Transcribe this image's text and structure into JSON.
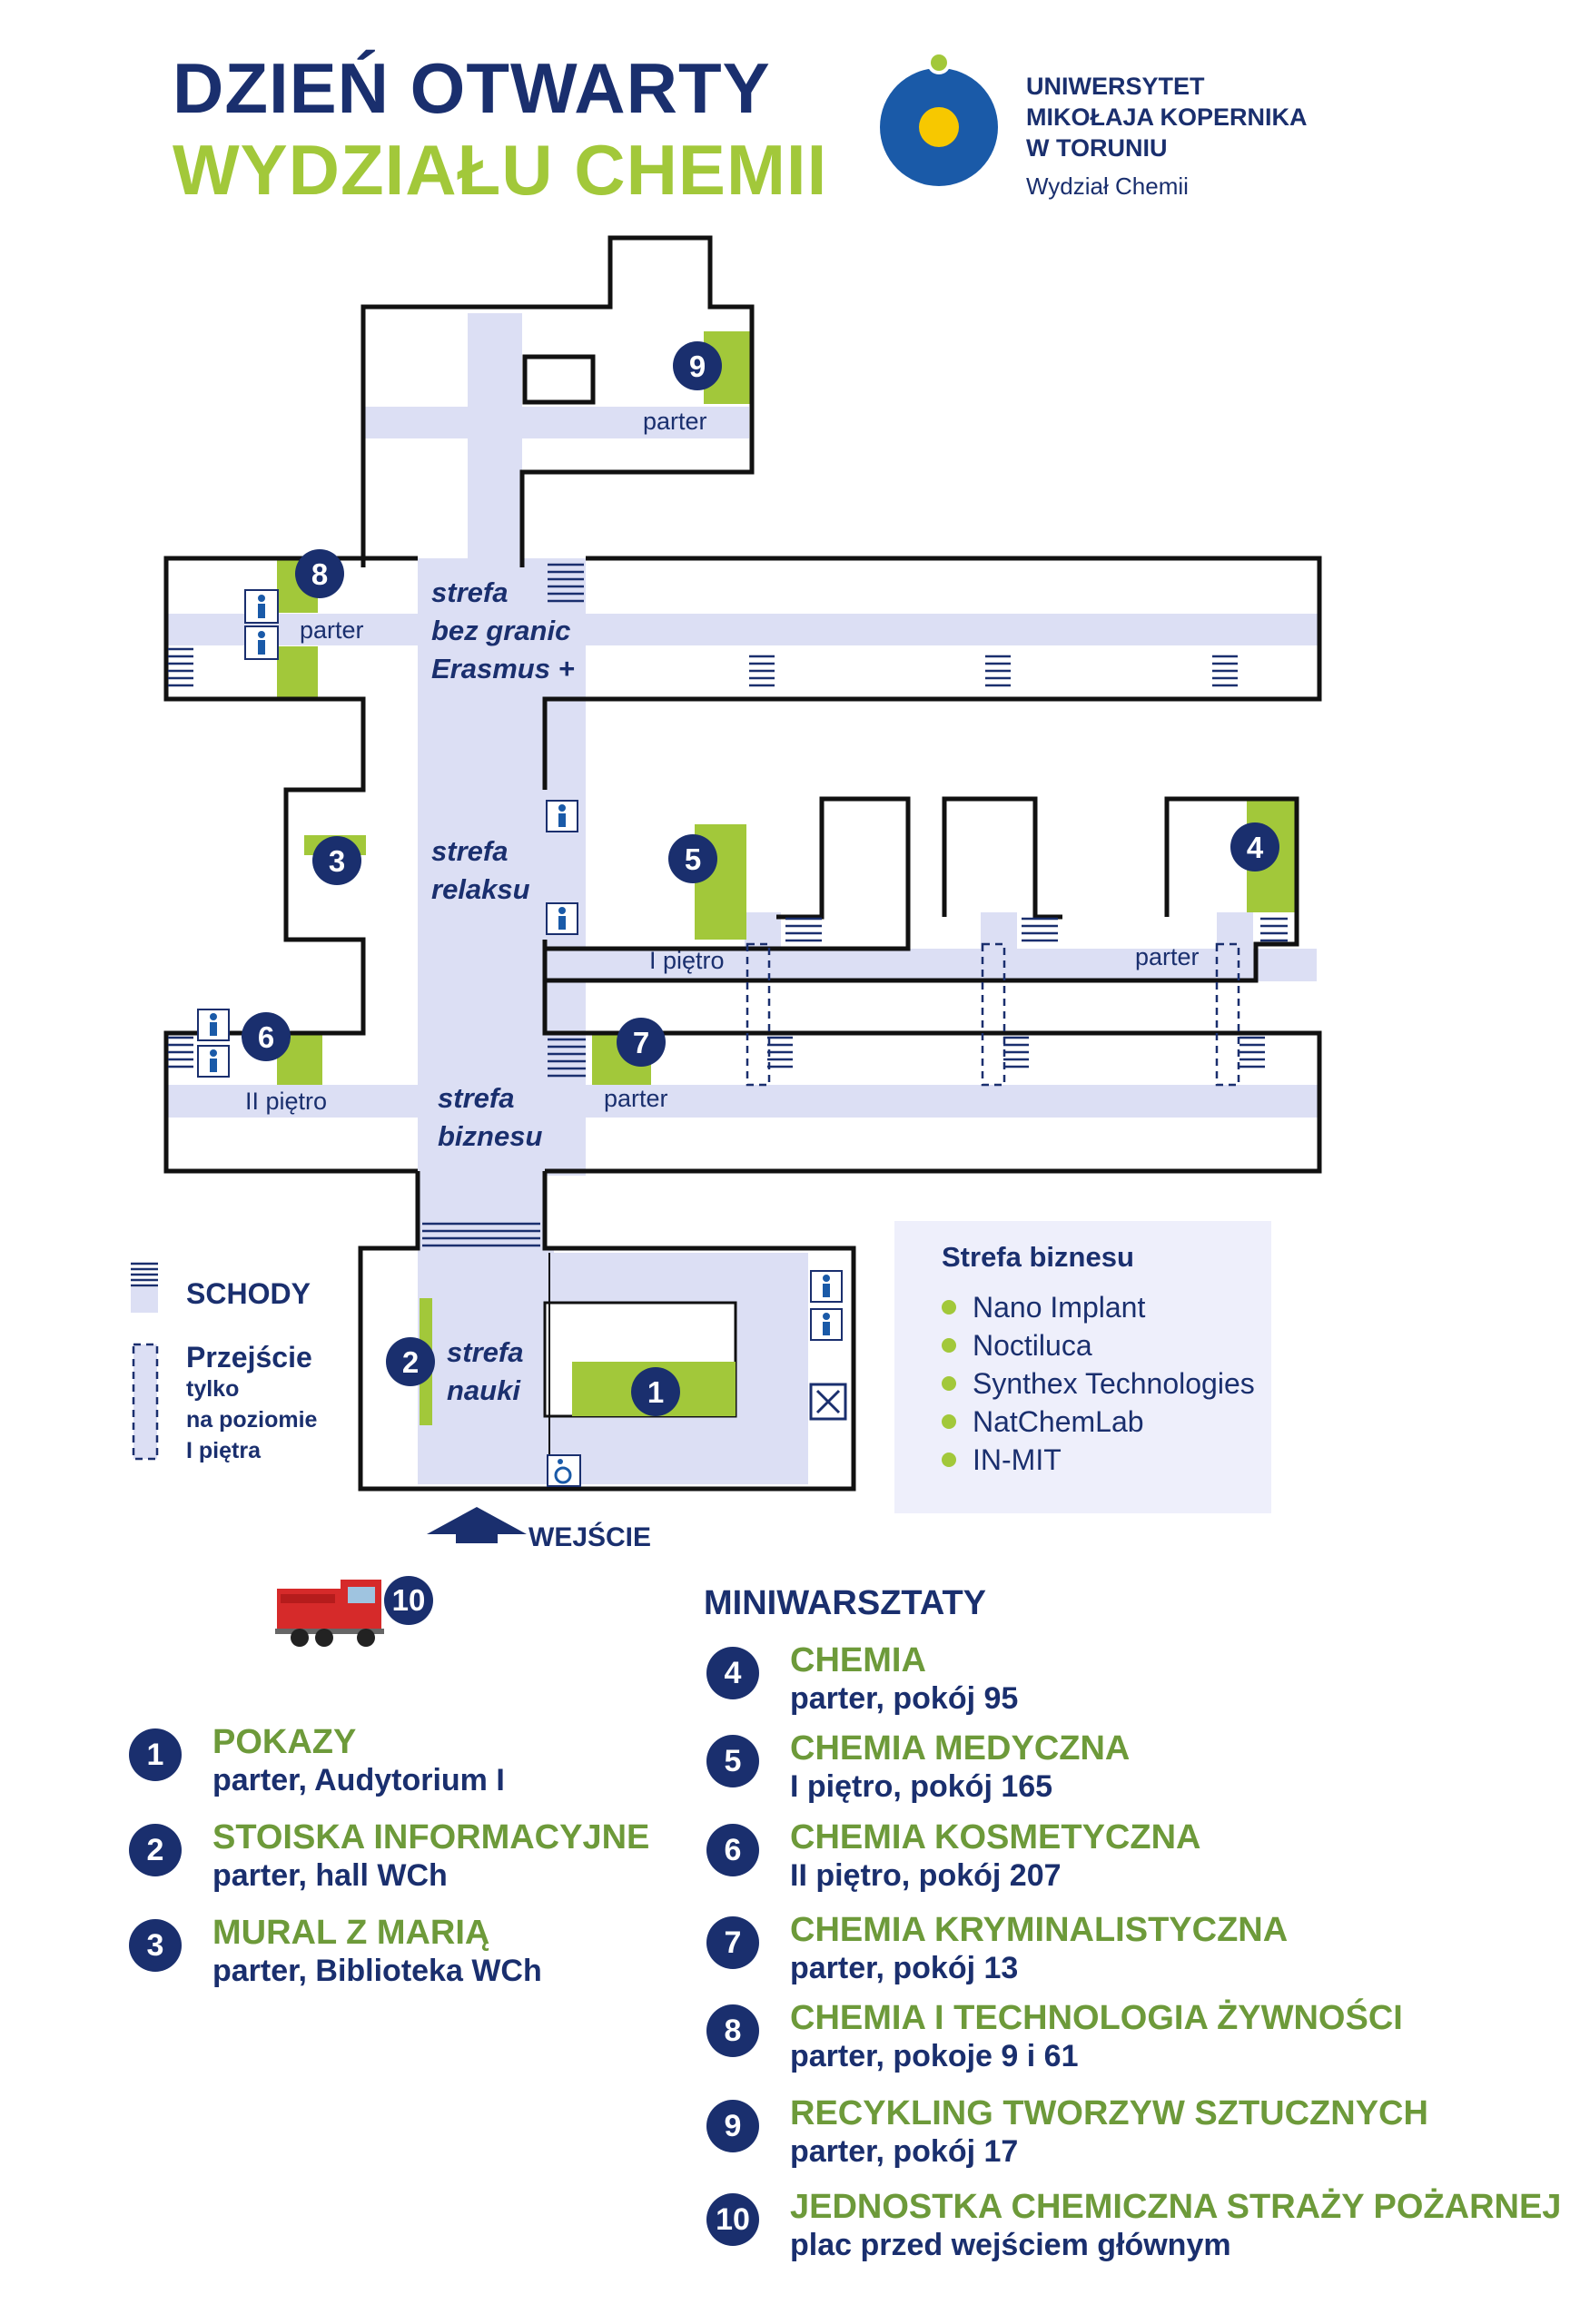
{
  "header": {
    "title_line1": "DZIEŃ OTWARTY",
    "title_line2": "WYDZIAŁU CHEMII"
  },
  "university": {
    "line1": "UNIWERSYTET",
    "line2": "MIKOŁAJA KOPERNIKA",
    "line3": "W TORUNIU",
    "faculty": "Wydział Chemii",
    "colors": {
      "navy": "#1a5aa8",
      "yellow": "#f7c800",
      "green": "#a2c83a"
    }
  },
  "map": {
    "colors": {
      "wall": "#111111",
      "corridor": "#dcdff4",
      "room_highlight": "#a2c83a",
      "marker": "#1a2f6e"
    },
    "floor_labels": {
      "parter_9": "parter",
      "parter_8": "parter",
      "pietro_5": "I piętro",
      "parter_4": "parter",
      "pietro_6": "II piętro",
      "parter_7": "parter"
    },
    "zones": {
      "erasmus": [
        "strefa",
        "bez granic",
        "Erasmus +"
      ],
      "relaks": [
        "strefa",
        "relaksu"
      ],
      "biznes": [
        "strefa",
        "biznesu"
      ],
      "nauka": [
        "strefa",
        "nauki"
      ]
    },
    "markers": [
      "1",
      "2",
      "3",
      "4",
      "5",
      "6",
      "7",
      "8",
      "9",
      "10"
    ],
    "icons": [
      "restroom-icon",
      "stairs-icon",
      "cafeteria-icon",
      "wheelchair-icon",
      "fire-truck-icon",
      "entrance-arrow-icon"
    ]
  },
  "legend": {
    "stairs_label": "SCHODY",
    "passage_label": "Przejście",
    "passage_desc": [
      "tylko",
      "na poziomie",
      "I piętra"
    ],
    "entrance_label": "WEJŚCIE"
  },
  "business_zone": {
    "title": "Strefa biznesu",
    "companies": [
      "Nano Implant",
      "Noctiluca",
      "Synthex Technologies",
      "NatChemLab",
      "IN-MIT"
    ]
  },
  "left_items": [
    {
      "num": "1",
      "name": "POKAZY",
      "location": "parter, Audytorium I"
    },
    {
      "num": "2",
      "name": "STOISKA INFORMACYJNE",
      "location": "parter, hall WCh"
    },
    {
      "num": "3",
      "name": "MURAL Z MARIĄ",
      "location": "parter, Biblioteka WCh"
    }
  ],
  "miniwarsztaty": {
    "title": "MINIWARSZTATY",
    "items": [
      {
        "num": "4",
        "name": "CHEMIA",
        "location": "parter, pokój 95"
      },
      {
        "num": "5",
        "name": "CHEMIA MEDYCZNA",
        "location": "I piętro, pokój 165"
      },
      {
        "num": "6",
        "name": "CHEMIA KOSMETYCZNA",
        "location": "II piętro, pokój 207"
      },
      {
        "num": "7",
        "name": "CHEMIA KRYMINALISTYCZNA",
        "location": "parter, pokój 13"
      },
      {
        "num": "8",
        "name": "CHEMIA I TECHNOLOGIA ŻYWNOŚCI",
        "location": "parter, pokoje 9 i 61"
      },
      {
        "num": "9",
        "name": "RECYKLING TWORZYW SZTUCZNYCH",
        "location": "parter, pokój 17"
      },
      {
        "num": "10",
        "name": "JEDNOSTKA CHEMICZNA STRAŻY POŻARNEJ",
        "location": "plac przed wejściem głównym"
      }
    ]
  }
}
